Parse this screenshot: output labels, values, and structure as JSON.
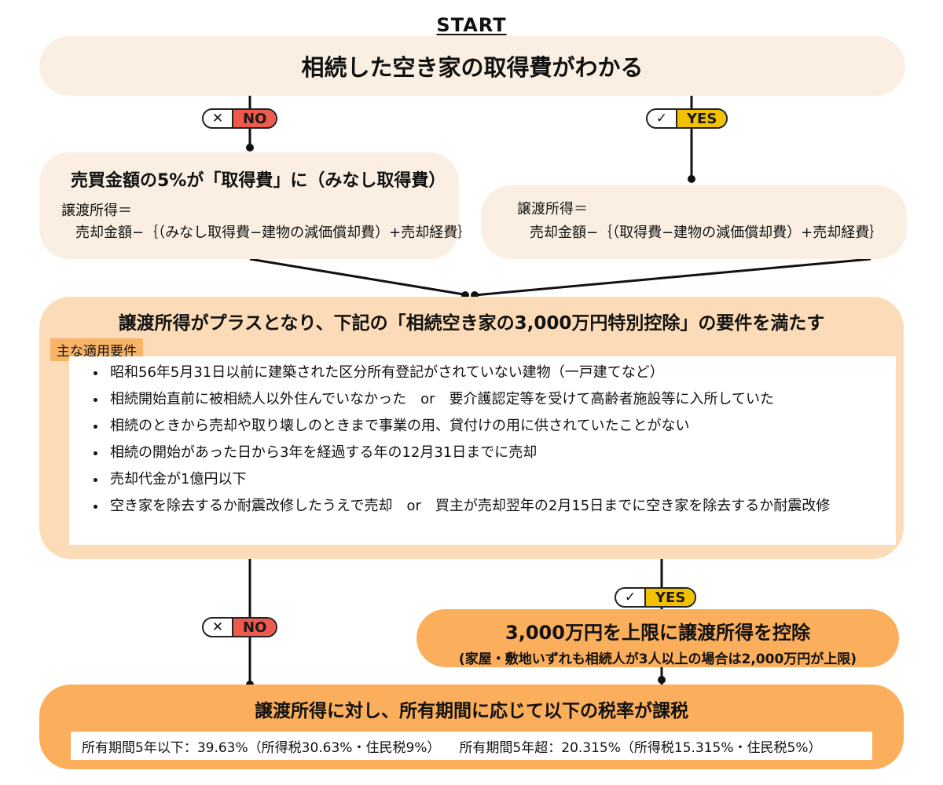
{
  "start": "START",
  "top_question": "相続した空き家の取得費がわかる",
  "badges": {
    "no": {
      "icon": "✕",
      "label": "NO"
    },
    "yes": {
      "icon": "✓",
      "label": "YES"
    }
  },
  "branch_no": {
    "title": "売買金額の5%が「取得費」に（みなし取得費）",
    "formula_line1": "譲渡所得＝",
    "formula_line2": "売却金額−｛（みなし取得費−建物の減価償却費）+売却経費｝"
  },
  "branch_yes": {
    "formula_line1": "譲渡所得＝",
    "formula_line2": "売却金額−｛（取得費−建物の減価償却費）+売却経費｝"
  },
  "requirements": {
    "title": "譲渡所得がプラスとなり、下記の「相続空き家の3,000万円特別控除」の要件を満たす",
    "tag": "主な適用要件",
    "items": [
      "昭和56年5月31日以前に建築された区分所有登記がされていない建物（一戸建てなど）",
      "相続開始直前に被相続人以外住んでいなかった　or　要介護認定等を受けて高齢者施設等に入所していた",
      "相続のときから売却や取り壊しのときまで事業の用、貸付けの用に供されていたことがない",
      "相続の開始があった日から3年を経過する年の12月31日までに売却",
      "売却代金が1億円以下",
      "空き家を除去するか耐震改修したうえで売却　or　買主が売却翌年の2月15日までに空き家を除去するか耐震改修"
    ]
  },
  "deduction": {
    "line1": "3,000万円を上限に譲渡所得を控除",
    "line2": "(家屋・敷地いずれも相続人が3人以上の場合は2,000万円が上限)"
  },
  "tax": {
    "title": "譲渡所得に対し、所有期間に応じて以下の税率が課税",
    "rate_short": "所有期間5年以下：39.63%（所得税30.63%・住民税9%）",
    "rate_long": "所有期間5年超：20.315%（所得税15.315%・住民税5%）"
  },
  "colors": {
    "pale_box": "#fbefe3",
    "requirement_box": "#fcdcb8",
    "orange_box": "#fbae5c",
    "tag": "#f9b468",
    "no_badge": "#ef5a4e",
    "yes_badge": "#f2c200"
  }
}
